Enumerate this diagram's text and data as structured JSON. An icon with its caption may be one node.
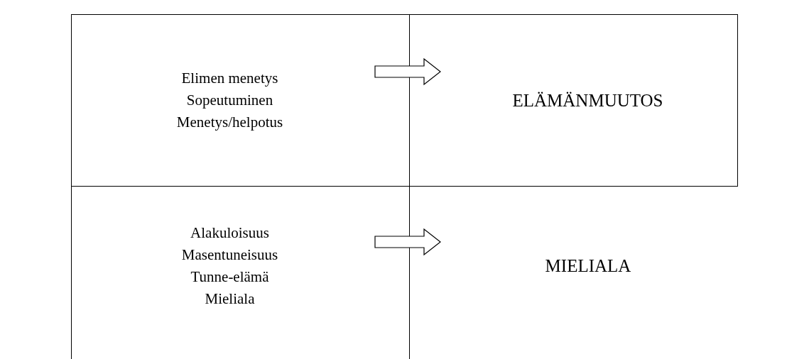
{
  "diagram": {
    "nodes": [
      {
        "text": [
          "Elimen menetys",
          "Sopeutuminen",
          "Menetys/helpotus"
        ]
      },
      {
        "text": [
          "ELÄMÄNMUUTOS"
        ]
      },
      {
        "text": [
          "Alakuloisuus",
          "Masentuneisuus",
          "Tunne-elämä",
          "Mieliala"
        ]
      },
      {
        "text": [
          "MIELIALA"
        ]
      }
    ],
    "edges": [
      {
        "from": 0,
        "to": 1,
        "arrow": "to"
      },
      {
        "from": 2,
        "to": 3,
        "arrow": "to"
      }
    ]
  }
}
